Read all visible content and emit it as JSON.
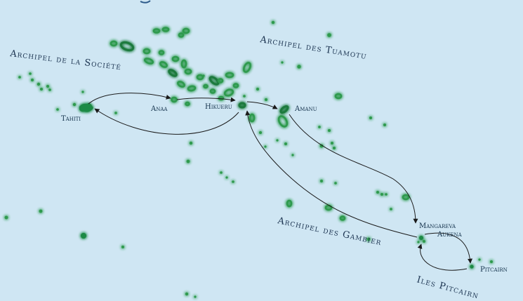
{
  "map": {
    "colors": {
      "sea": "#cfe6f3",
      "land": "#2e9a4e",
      "land_dark": "#1e6f3a",
      "glow": "#ffffff",
      "route": "#1a1a1a",
      "label": "#1b3350"
    },
    "regions": {
      "societe": "Archipel de la Société",
      "tuamotu": "Archipel des Tuamotu",
      "gambier": "Archipel des Gambier",
      "pitcairn": "Iles Pitcairn"
    },
    "places": {
      "tahiti": "Tahiti",
      "anaa": "Anaa",
      "hikueru": "Hikueru",
      "amanu": "Amanu",
      "mangareva": "Mangareva",
      "aukena": "Aukena",
      "pitcairn": "Pitcairn"
    },
    "route_legs": [
      [
        "Tahiti",
        "Anaa"
      ],
      [
        "Anaa",
        "Hikueru"
      ],
      [
        "Hikueru",
        "Amanu"
      ],
      [
        "Amanu",
        "Mangareva"
      ],
      [
        "Mangareva",
        "Pitcairn"
      ],
      [
        "Pitcairn",
        "Mangareva"
      ],
      [
        "Mangareva",
        "Hikueru"
      ],
      [
        "Hikueru",
        "Tahiti"
      ]
    ]
  }
}
